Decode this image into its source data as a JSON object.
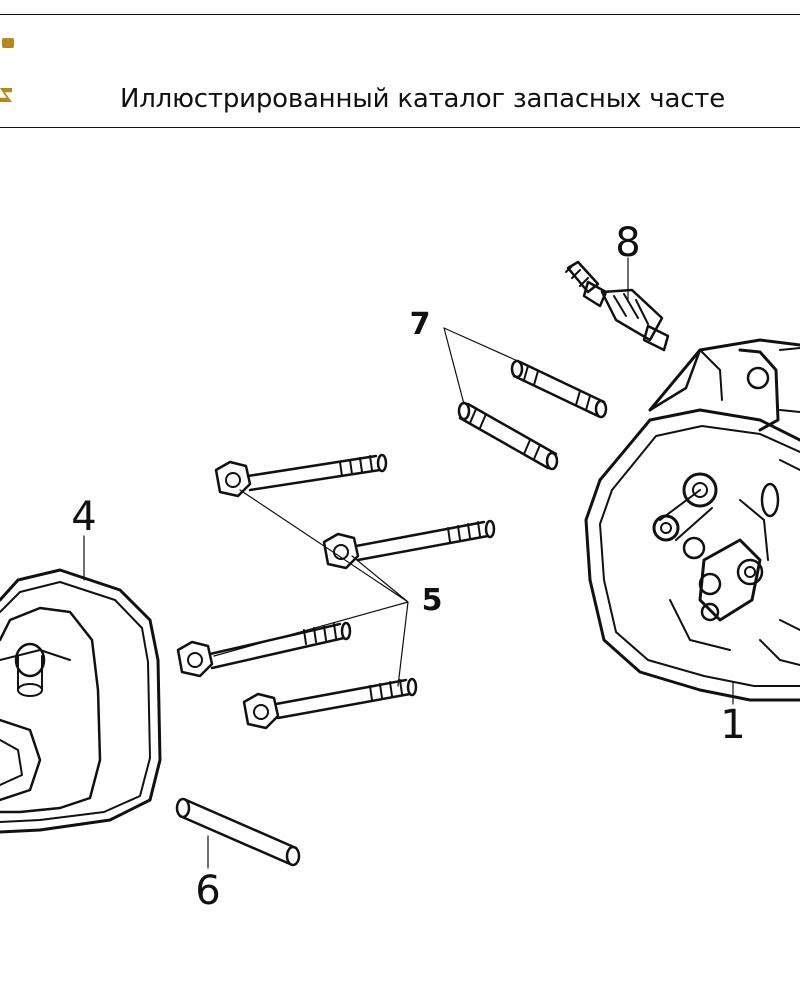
{
  "header": {
    "title": "Иллюстрированный каталог запасных часте"
  },
  "callouts": {
    "n1": "1",
    "n4": "4",
    "n5": "5",
    "n6": "6",
    "n7": "7",
    "n8": "8"
  }
}
